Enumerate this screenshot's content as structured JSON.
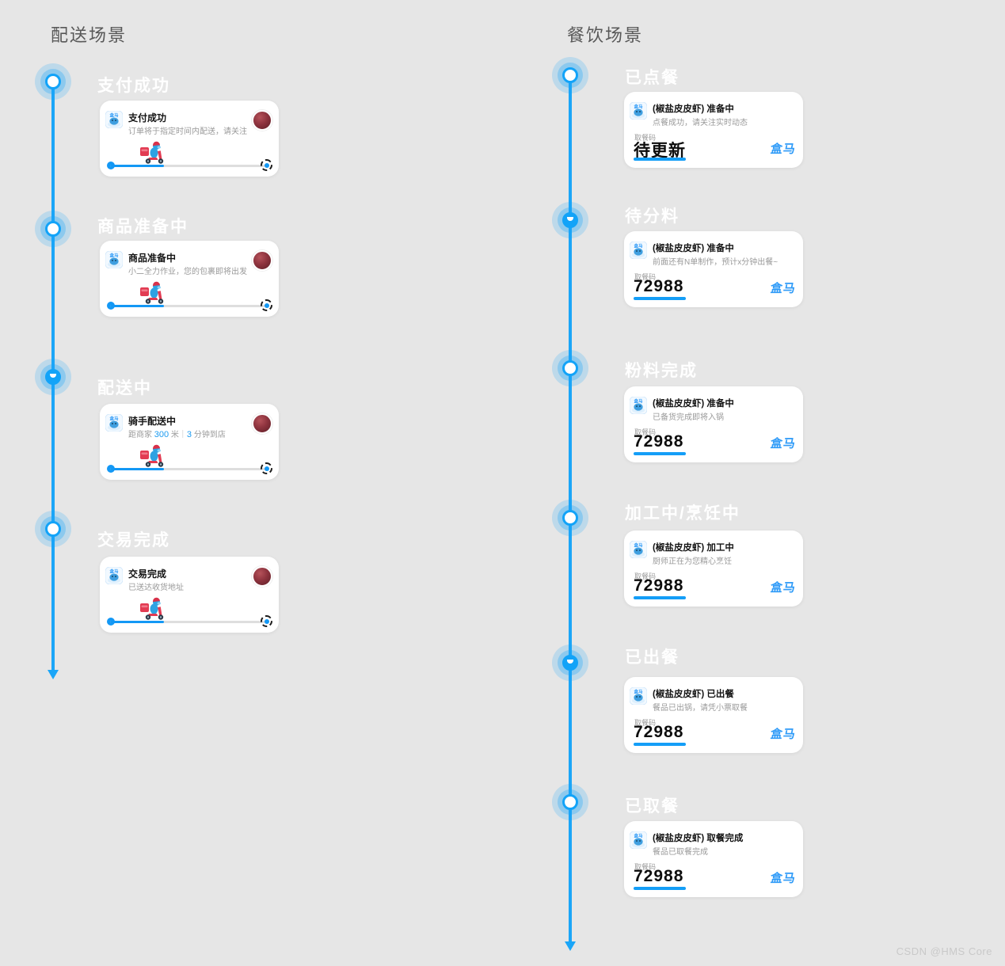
{
  "brand": "盒马",
  "watermark": "CSDN @HMS Core",
  "colors": {
    "accent": "#1398f5",
    "logo_blue": "#2f9bf8",
    "timeline": "#1ba6f8",
    "background": "#e6e6e6"
  },
  "delivery": {
    "header": "配送场景",
    "stages": [
      {
        "title": "支付成功",
        "card": {
          "title": "支付成功",
          "subtitle": "订单将于指定时间内配送，请关注"
        }
      },
      {
        "title": "商品准备中",
        "card": {
          "title": "商品准备中",
          "subtitle": "小二全力作业，您的包裹即将出发"
        }
      },
      {
        "title": "配送中",
        "card": {
          "title": "骑手配送中",
          "subtitle_parts": [
            "距商家 ",
            "300",
            " 米",
            "｜",
            "3",
            " 分钟到店"
          ]
        }
      },
      {
        "title": "交易完成",
        "card": {
          "title": "交易完成",
          "subtitle": "已送达收货地址"
        }
      }
    ]
  },
  "dining": {
    "header": "餐饮场景",
    "pickup_label": "取餐码",
    "stages": [
      {
        "title": "已点餐",
        "card": {
          "title": "(椒盐皮皮虾) 准备中",
          "subtitle": "点餐成功，请关注实时动态",
          "code": "待更新"
        }
      },
      {
        "title": "待分料",
        "card": {
          "title": "(椒盐皮皮虾) 准备中",
          "subtitle": "前面还有N单制作，预计x分钟出餐~",
          "code": "72988"
        }
      },
      {
        "title": "粉料完成",
        "card": {
          "title": "(椒盐皮皮虾) 准备中",
          "subtitle": "已备货完成即将入锅",
          "code": "72988"
        }
      },
      {
        "title": "加工中/烹饪中",
        "card": {
          "title": "(椒盐皮皮虾) 加工中",
          "subtitle": "厨师正在为您精心烹饪",
          "code": "72988"
        }
      },
      {
        "title": "已出餐",
        "card": {
          "title": "(椒盐皮皮虾) 已出餐",
          "subtitle": "餐品已出锅，请凭小票取餐",
          "code": "72988"
        }
      },
      {
        "title": "已取餐",
        "card": {
          "title": "(椒盐皮皮虾) 取餐完成",
          "subtitle": "餐品已取餐完成",
          "code": "72988"
        }
      }
    ]
  }
}
